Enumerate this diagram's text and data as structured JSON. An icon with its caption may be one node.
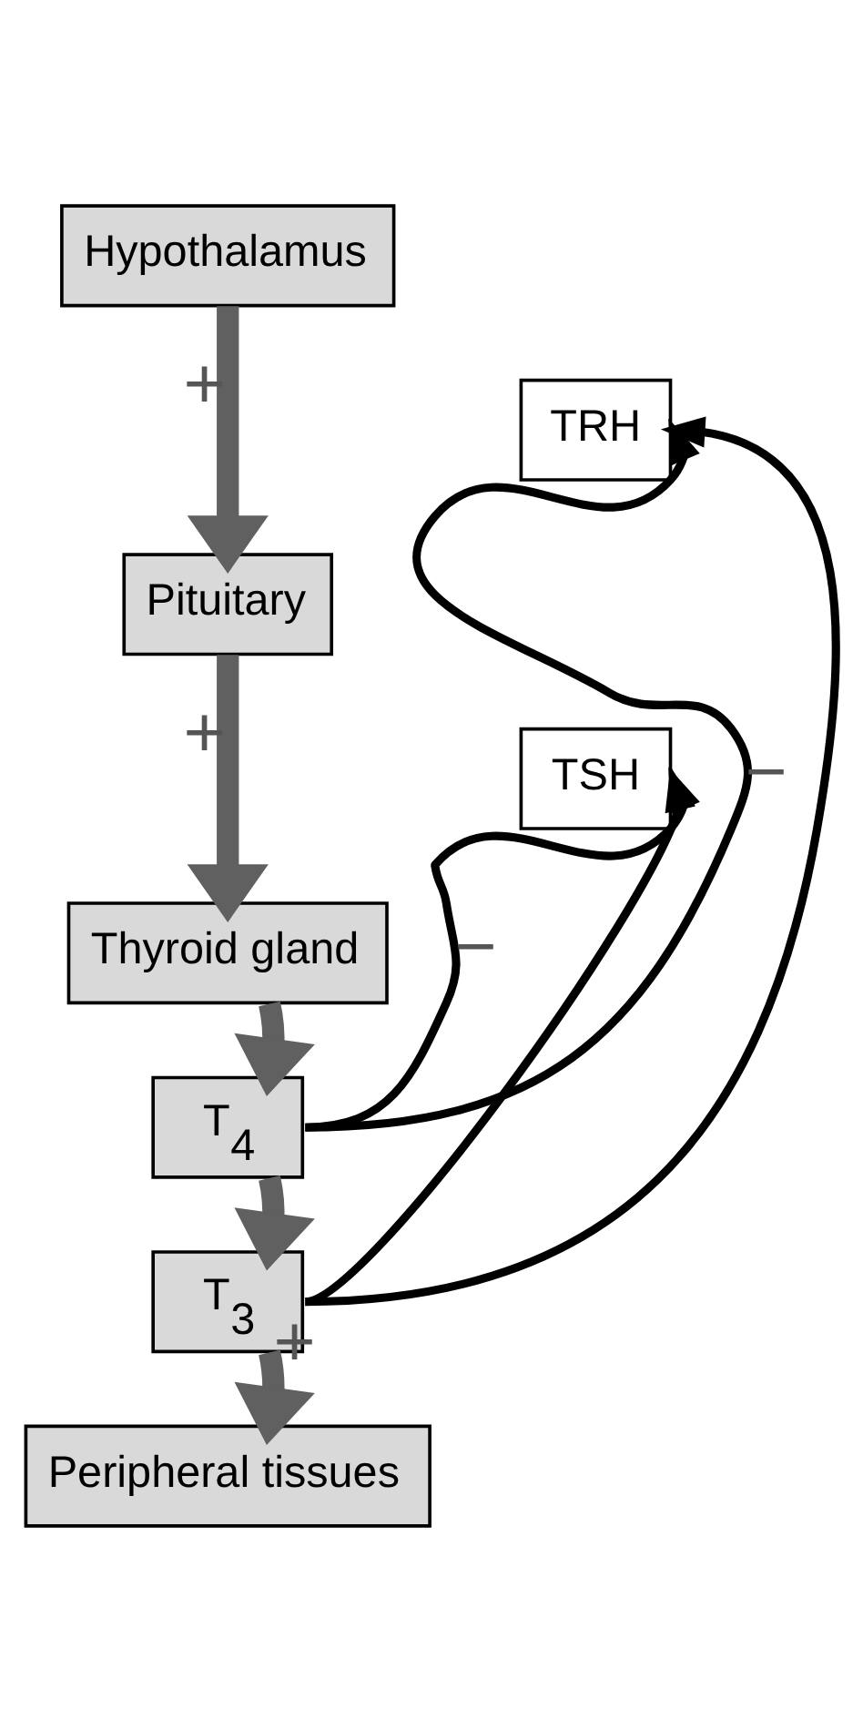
{
  "diagram": {
    "nodes": [
      {
        "text": [
          "Hypothalamus"
        ]
      },
      {
        "text": [
          "TRH"
        ]
      },
      {
        "text": [
          "Pituitary"
        ]
      },
      {
        "text": [
          "TSH"
        ]
      },
      {
        "text": [
          "Thyroid gland"
        ]
      },
      {
        "text": [
          "T$_{4}$"
        ]
      },
      {
        "text": [
          "T$_{3}$"
        ]
      },
      {
        "text": [
          "Peripheral tissues"
        ]
      }
    ],
    "edges": [
      {
        "from": 0,
        "to": 2,
        "arrow": "to",
        "label": "+"
      },
      {
        "from": 2,
        "to": 4,
        "arrow": "to",
        "label": "+"
      },
      {
        "from": 4,
        "to": 5,
        "arrow": "to"
      },
      {
        "from": 5,
        "to": 6,
        "arrow": "to"
      },
      {
        "from": 6,
        "to": 7,
        "arrow": "to",
        "label": "+"
      },
      {
        "from": 5,
        "to": 1,
        "arrow": "to",
        "label": "−",
        "color": "#000000"
      },
      {
        "from": 5,
        "to": 3,
        "arrow": "to",
        "label": "−",
        "color": "#000000"
      },
      {
        "from": 6,
        "to": 1,
        "arrow": "to",
        "color": "#000000"
      },
      {
        "from": 6,
        "to": 3,
        "arrow": "to",
        "color": "#000000"
      }
    ]
  }
}
